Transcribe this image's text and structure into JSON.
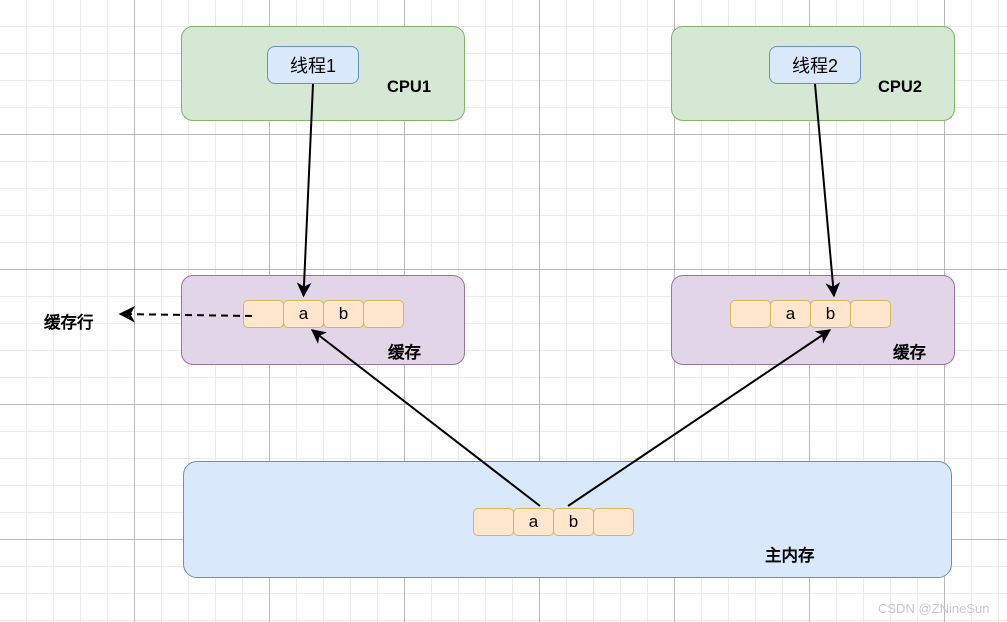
{
  "diagram": {
    "title_watermark": "CSDN @ZNineSun",
    "cpus": [
      {
        "id": "cpu1",
        "label": "CPU1",
        "thread_label": "线程1",
        "cache_label": "缓存",
        "cache_cells": [
          "",
          "a",
          "b",
          ""
        ]
      },
      {
        "id": "cpu2",
        "label": "CPU2",
        "thread_label": "线程2",
        "cache_label": "缓存",
        "cache_cells": [
          "",
          "a",
          "b",
          ""
        ]
      }
    ],
    "memory": {
      "label": "主内存",
      "cells": [
        "",
        "a",
        "b",
        ""
      ]
    },
    "annotations": {
      "cache_line_label": "缓存行"
    },
    "colors": {
      "cpu_fill": "#d5e8d4",
      "cpu_stroke": "#82b366",
      "cache_fill": "#e1d5e7",
      "cache_stroke": "#9673a6",
      "memory_fill": "#dae8fc",
      "memory_stroke": "#6c8ebf",
      "thread_fill": "#dae8fc",
      "thread_stroke": "#6c8ebf",
      "cell_fill": "#ffe6cc",
      "cell_stroke": "#d6b656",
      "arrow": "#000000",
      "watermark": "#c8c8c8"
    }
  }
}
